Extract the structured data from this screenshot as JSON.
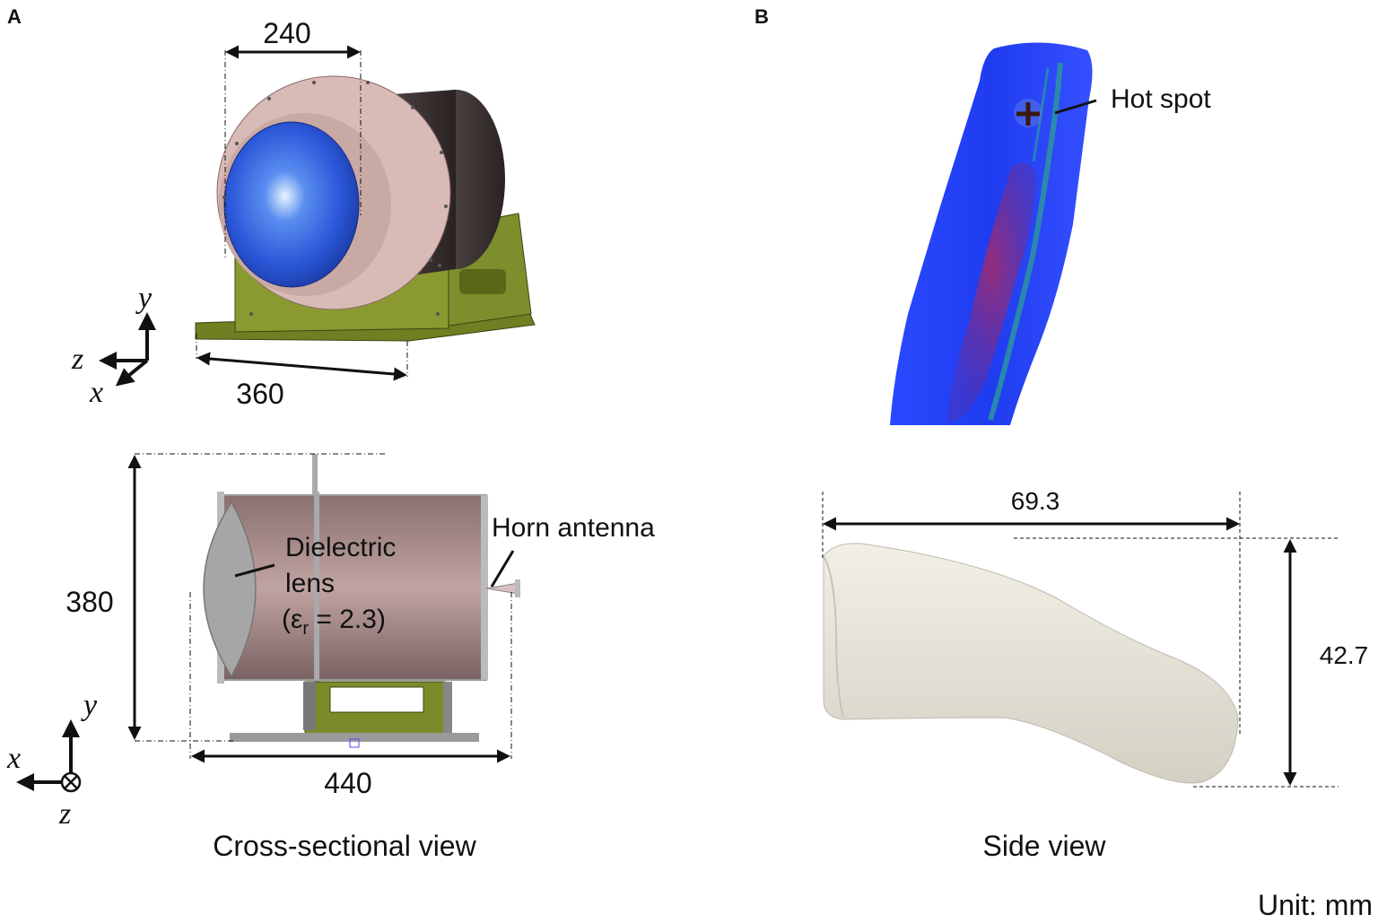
{
  "panels": {
    "a": {
      "letter": "A",
      "dim_width": "240",
      "dim_depth": "360",
      "dim_height": "380",
      "dim_length": "440",
      "lens_line1": "Dielectric",
      "lens_line2": "lens",
      "permittivity_open": "(ε",
      "permittivity_sub": "r",
      "permittivity_rest": " = 2.3)",
      "horn_label": "Horn antenna",
      "caption": "Cross-sectional view",
      "axes_top": {
        "y": "y",
        "z": "z",
        "x": "x"
      },
      "axes_bottom": {
        "x": "x",
        "y": "y",
        "z": "z"
      }
    },
    "b": {
      "letter": "B",
      "hot_spot_label": "Hot spot",
      "dim_length": "69.3",
      "dim_height": "42.7",
      "caption": "Side view"
    }
  },
  "unit_note": "Unit: mm",
  "colors": {
    "lens_blue": "#2f5fe0",
    "flange_pink": "#d8b8b4",
    "body_dark": "#3a3232",
    "mount_green": "#7a8a2a",
    "cross_section_pink": "#b89a98",
    "lens_gray": "#a8a8a8",
    "phantom_blue": "#1f3df0",
    "hotspot_red": "#b02050",
    "phantom_white": "#e6e2d8"
  }
}
